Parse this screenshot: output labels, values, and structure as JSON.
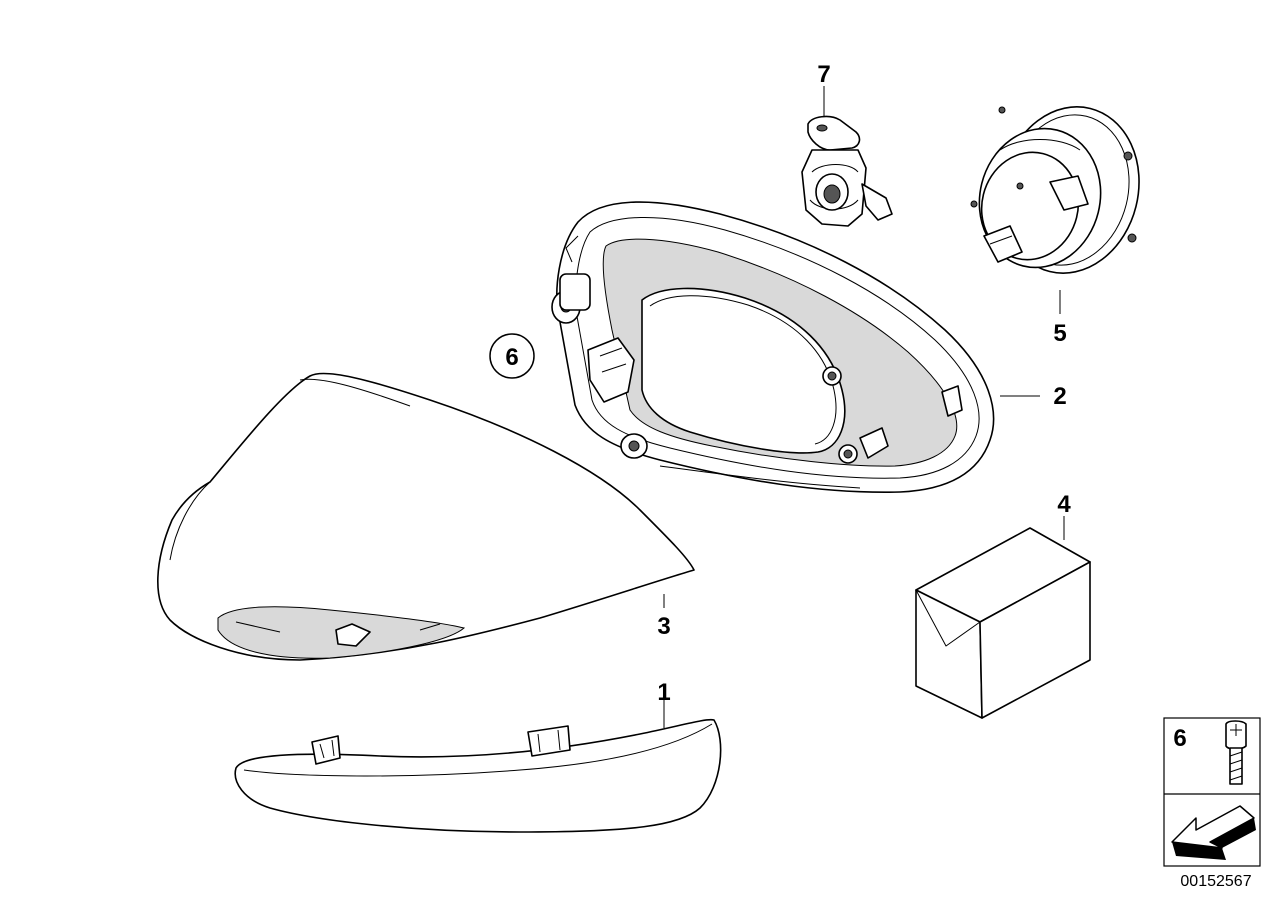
{
  "callouts": {
    "c1": "1",
    "c2": "2",
    "c3": "3",
    "c4": "4",
    "c5": "5",
    "c6": "6",
    "c7": "7",
    "circled": "6"
  },
  "legend": {
    "label": "6"
  },
  "drawing_number": "00152567"
}
